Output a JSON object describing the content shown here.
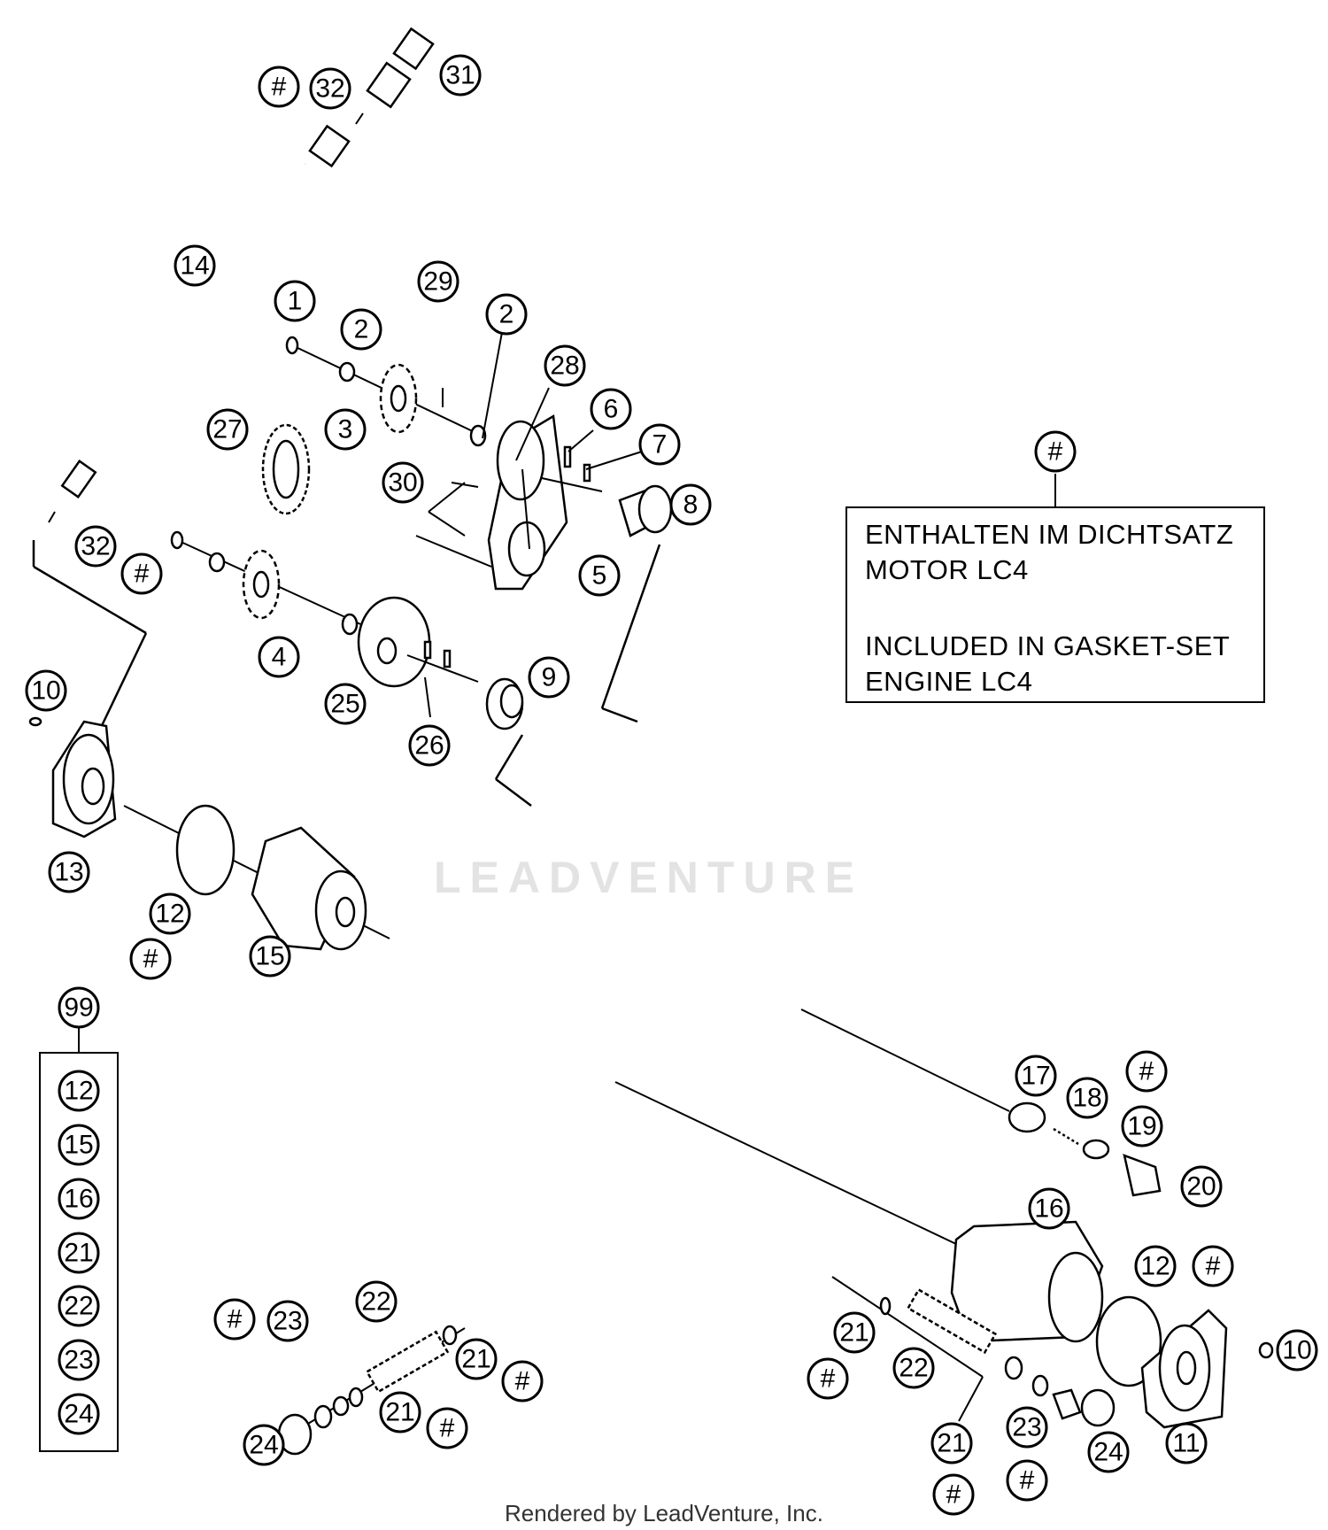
{
  "note": {
    "marker": "#",
    "lines_de": [
      "ENTHALTEN IM DICHTSATZ",
      "MOTOR LC4"
    ],
    "lines_en": [
      "INCLUDED IN GASKET-SET",
      "ENGINE LC4"
    ]
  },
  "kit": {
    "label": "99",
    "items": [
      "12",
      "15",
      "16",
      "21",
      "22",
      "23",
      "24"
    ]
  },
  "callouts": {
    "c1": "1",
    "c2a": "2",
    "c2b": "2",
    "c3": "3",
    "c4": "4",
    "c5": "5",
    "c6": "6",
    "c7": "7",
    "c8": "8",
    "c9": "9",
    "c10a": "10",
    "c10b": "10",
    "c11": "11",
    "c12a": "12",
    "c12b": "12",
    "c13": "13",
    "c14": "14",
    "c15": "15",
    "c16": "16",
    "c17": "17",
    "c18": "18",
    "c19": "19",
    "c20": "20",
    "c21a": "21",
    "c21b": "21",
    "c21c": "21",
    "c21d": "21",
    "c22a": "22",
    "c22b": "22",
    "c23a": "23",
    "c23b": "23",
    "c24a": "24",
    "c24b": "24",
    "c25": "25",
    "c26": "26",
    "c27": "27",
    "c28": "28",
    "c29": "29",
    "c30": "30",
    "c31": "31",
    "c32a": "32",
    "c32b": "32",
    "h1": "#",
    "h2": "#",
    "h3": "#",
    "h4": "#",
    "h5": "#",
    "h6": "#",
    "h7": "#",
    "h8": "#",
    "h9": "#",
    "h10": "#",
    "h11": "#",
    "h12": "#"
  },
  "watermark": "LEADVENTURE",
  "footer": "Rendered by LeadVenture, Inc."
}
